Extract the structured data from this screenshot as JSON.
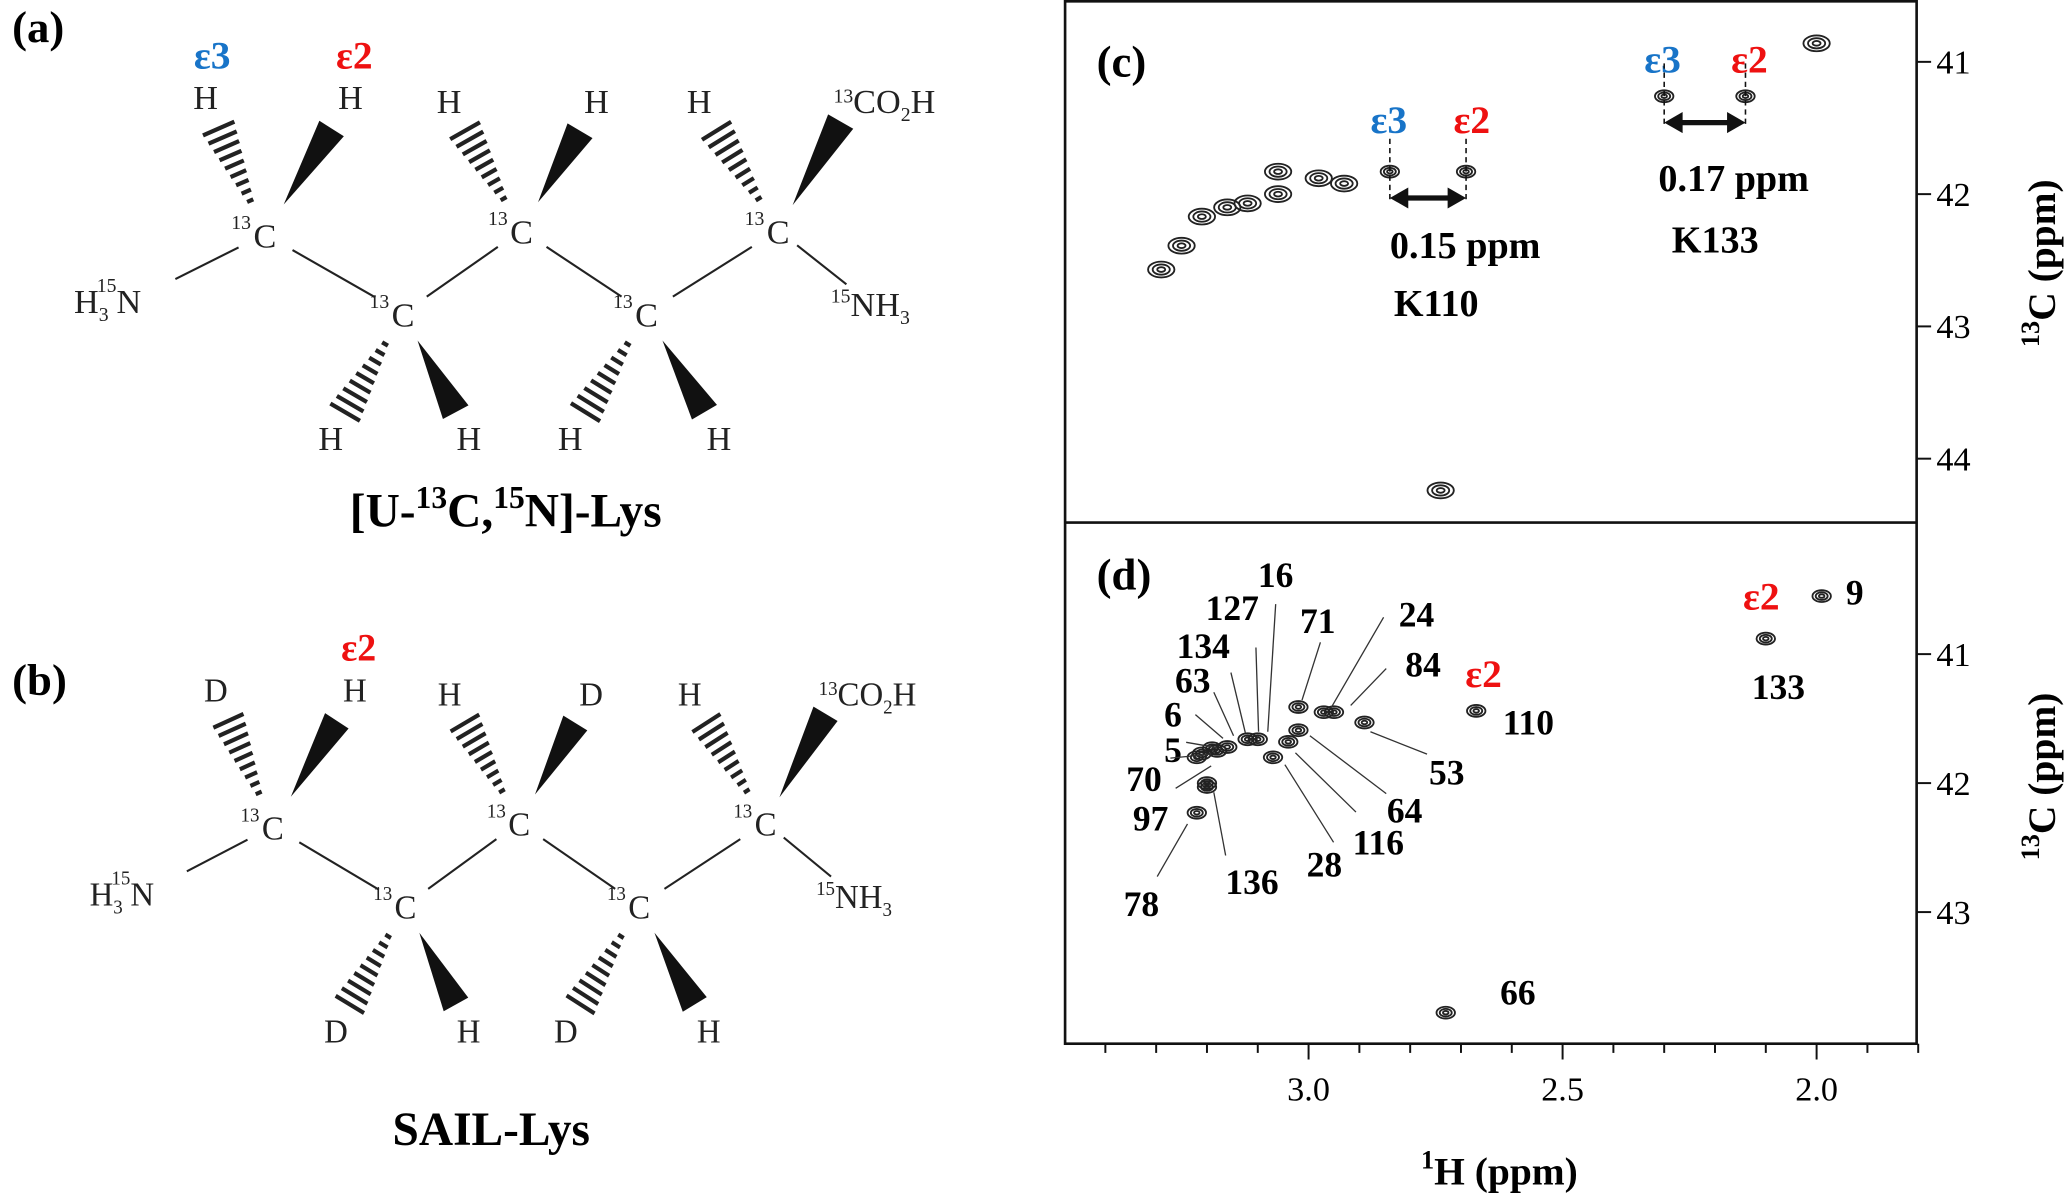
{
  "panels": {
    "a": "(a)",
    "b": "(b)",
    "c": "(c)",
    "d": "(d)"
  },
  "colors": {
    "epsilon3": "#1874c8",
    "epsilon2": "#ee1111",
    "ink": "#111111",
    "contour": "#222222"
  },
  "structure_a": {
    "eps3": "ε3",
    "eps2": "ε2",
    "top": [
      "H",
      "H",
      "H",
      "H",
      "H"
    ],
    "bottom": [
      "H",
      "H",
      "H",
      "H"
    ],
    "carbon_iso": "13",
    "carbon": "C",
    "n_left": {
      "h": "H",
      "sub": "3",
      "iso": "15",
      "n": "N"
    },
    "n_right": {
      "iso": "15",
      "text": "NH",
      "sub": "3"
    },
    "carboxyl": {
      "iso": "13",
      "text": "CO",
      "sub": "2",
      "h": "H"
    },
    "caption": [
      "[U-",
      "13",
      "C,",
      "15",
      "N]-Lys"
    ]
  },
  "structure_b": {
    "eps2": "ε2",
    "top": [
      "D",
      "H",
      "H",
      "D",
      "H"
    ],
    "bottom": [
      "D",
      "H",
      "D",
      "H"
    ],
    "carbon_iso": "13",
    "carbon": "C",
    "n_left": {
      "h": "H",
      "sub": "3",
      "iso": "15",
      "n": "N"
    },
    "n_right": {
      "iso": "15",
      "text": "NH",
      "sub": "3"
    },
    "carboxyl": {
      "iso": "13",
      "text": "CO",
      "sub": "2",
      "h": "H"
    },
    "caption": "SAIL-Lys"
  },
  "chart_data": [
    {
      "type": "scatter",
      "panel": "(c)",
      "xlabel_iso": "1",
      "xlabel": "H (ppm)",
      "ylabel_iso": "13",
      "ylabel": "C (ppm)",
      "xlim": [
        3.48,
        1.8
      ],
      "ylim": [
        40.55,
        44.5
      ],
      "yticks": [
        41,
        42,
        43,
        44
      ],
      "peaks": [
        {
          "h": 2.0,
          "c": 40.86
        },
        {
          "h": 2.3,
          "c": 41.26
        },
        {
          "h": 2.14,
          "c": 41.26
        },
        {
          "h": 2.84,
          "c": 41.83
        },
        {
          "h": 2.69,
          "c": 41.83
        },
        {
          "h": 2.93,
          "c": 41.92
        },
        {
          "h": 2.98,
          "c": 41.88
        },
        {
          "h": 3.06,
          "c": 41.83
        },
        {
          "h": 3.06,
          "c": 42.0
        },
        {
          "h": 3.12,
          "c": 42.07
        },
        {
          "h": 3.16,
          "c": 42.1
        },
        {
          "h": 3.21,
          "c": 42.17
        },
        {
          "h": 3.25,
          "c": 42.39
        },
        {
          "h": 3.29,
          "c": 42.57
        },
        {
          "h": 2.74,
          "c": 44.24
        }
      ],
      "annotations": {
        "k110": {
          "eps3": "ε3",
          "eps2": "ε2",
          "delta": "0.15 ppm",
          "residue": "K110",
          "h3": 2.84,
          "h2": 2.69,
          "c": 41.83
        },
        "k133": {
          "eps3": "ε3",
          "eps2": "ε2",
          "delta": "0.17 ppm",
          "residue": "K133",
          "h3": 2.3,
          "h2": 2.14,
          "c": 41.26
        }
      }
    },
    {
      "type": "scatter",
      "panel": "(d)",
      "xlabel_iso": "1",
      "xlabel": "H (ppm)",
      "ylabel_iso": "13",
      "ylabel": "C (ppm)",
      "xlim": [
        3.48,
        1.8
      ],
      "ylim": [
        40.0,
        44.05
      ],
      "xticks": [
        "3.0",
        "2.5",
        "2.0"
      ],
      "xtick_values": [
        3.0,
        2.5,
        2.0
      ],
      "yticks": [
        41,
        42,
        43
      ],
      "eps2_labels": [
        "ε2",
        "ε2"
      ],
      "peaks": [
        {
          "label": "9",
          "h": 1.99,
          "c": 40.55
        },
        {
          "label": "133",
          "h": 2.1,
          "c": 40.88
        },
        {
          "label": "110",
          "h": 2.67,
          "c": 41.44
        },
        {
          "label": "53",
          "h": 2.89,
          "c": 41.53
        },
        {
          "label": "84",
          "h": 2.95,
          "c": 41.45
        },
        {
          "label": "24",
          "h": 2.97,
          "c": 41.45
        },
        {
          "label": "71",
          "h": 3.02,
          "c": 41.41
        },
        {
          "label": "64",
          "h": 3.02,
          "c": 41.59
        },
        {
          "label": "116",
          "h": 3.04,
          "c": 41.68
        },
        {
          "label": "28",
          "h": 3.07,
          "c": 41.8
        },
        {
          "label": "16",
          "h": 3.1,
          "c": 41.66
        },
        {
          "label": "127",
          "h": 3.12,
          "c": 41.66
        },
        {
          "label": "134",
          "h": 3.16,
          "c": 41.72
        },
        {
          "label": "63",
          "h": 3.18,
          "c": 41.75
        },
        {
          "label": "6",
          "h": 3.19,
          "c": 41.73
        },
        {
          "label": "5",
          "h": 3.21,
          "c": 41.77
        },
        {
          "label": "70",
          "h": 3.22,
          "c": 41.8
        },
        {
          "label": "97",
          "h": 3.2,
          "c": 42.0
        },
        {
          "label": "136",
          "h": 3.2,
          "c": 42.03
        },
        {
          "label": "78",
          "h": 3.22,
          "c": 42.23
        },
        {
          "label": "66",
          "h": 2.73,
          "c": 43.78
        }
      ]
    }
  ]
}
